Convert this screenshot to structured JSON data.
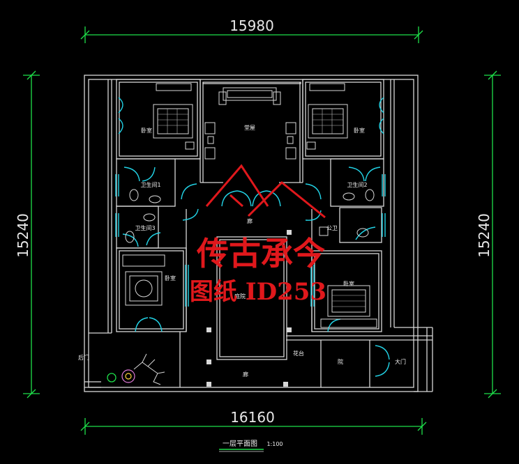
{
  "dimensions": {
    "top": "15980",
    "bottom": "16160",
    "left": "15240",
    "right": "15240"
  },
  "rooms": {
    "bedroom_nw": "卧室",
    "hall": "堂屋",
    "bedroom_ne": "卧室",
    "bath1": "卫生间1",
    "bath2": "卫生间2",
    "bath3": "卫生间3",
    "corridor_top": "廊",
    "public_wc": "公卫",
    "bedroom_sw": "卧室",
    "bedroom_se": "卧室",
    "courtyard": "庭院",
    "flowerbed": "花台",
    "yard": "院",
    "main_gate": "大门",
    "corridor_bottom": "廊",
    "side_door": "后门"
  },
  "title": {
    "text": "一层平面图",
    "scale": "1:100"
  },
  "watermark": {
    "line1": "传古承今",
    "line2": "图纸 ID253",
    "color": "#e0181c"
  },
  "colors": {
    "background": "#000000",
    "walls": "#d8d8d8",
    "doors": "#22d3e6",
    "dimensions": "#1ee04a"
  }
}
